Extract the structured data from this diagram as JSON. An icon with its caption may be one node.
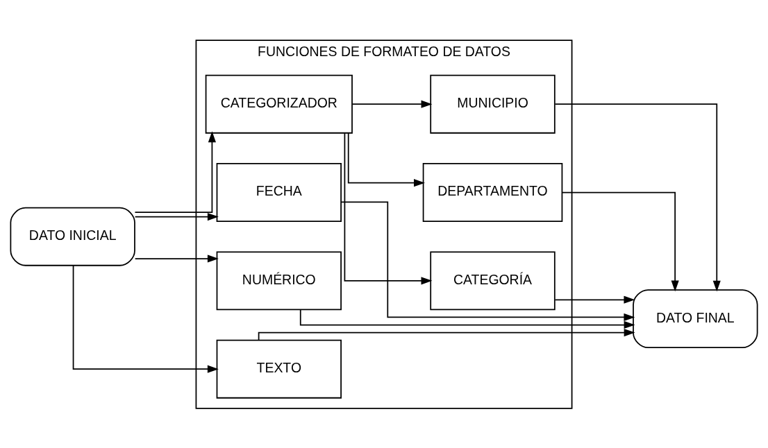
{
  "diagram": {
    "nodes": [
      {
        "text": [
          "DATO INICIAL"
        ]
      },
      {
        "text": [
          "FUNCIONES DE FORMATEO DE DATOS"
        ]
      },
      {
        "text": [
          "FECHA"
        ],
        "in": 1
      },
      {
        "text": [
          "NUMÉRICO"
        ],
        "in": 1
      },
      {
        "text": [
          "TEXTO"
        ],
        "in": 1
      },
      {
        "text": [
          "CATEGORIZADOR"
        ],
        "in": 1
      },
      {
        "text": [
          "CATEGORÍA"
        ],
        "in": 1
      },
      {
        "text": [
          "DEPARTAMENTO"
        ],
        "in": 1
      },
      {
        "text": [
          "MUNICIPIO"
        ],
        "in": 1
      },
      {
        "text": [
          "DATO FINAL"
        ]
      }
    ],
    "edges": [
      {
        "from": 0,
        "to": 2,
        "arrow": "to"
      },
      {
        "from": 0,
        "to": 3,
        "arrow": "to"
      },
      {
        "from": 0,
        "to": 4,
        "arrow": "to"
      },
      {
        "from": 0,
        "to": 5,
        "arrow": "to"
      },
      {
        "from": 5,
        "to": 6,
        "arrow": "to"
      },
      {
        "from": 5,
        "to": 7,
        "arrow": "to"
      },
      {
        "from": 5,
        "to": 8,
        "arrow": "to"
      },
      {
        "from": 2,
        "to": 9,
        "arrow": "to"
      },
      {
        "from": 3,
        "to": 9,
        "arrow": "to"
      },
      {
        "from": 4,
        "to": 9,
        "arrow": "to"
      },
      {
        "from": 6,
        "to": 9,
        "arrow": "to"
      },
      {
        "from": 7,
        "to": 9,
        "arrow": "to"
      },
      {
        "from": 8,
        "to": 9,
        "arrow": "to"
      }
    ]
  }
}
